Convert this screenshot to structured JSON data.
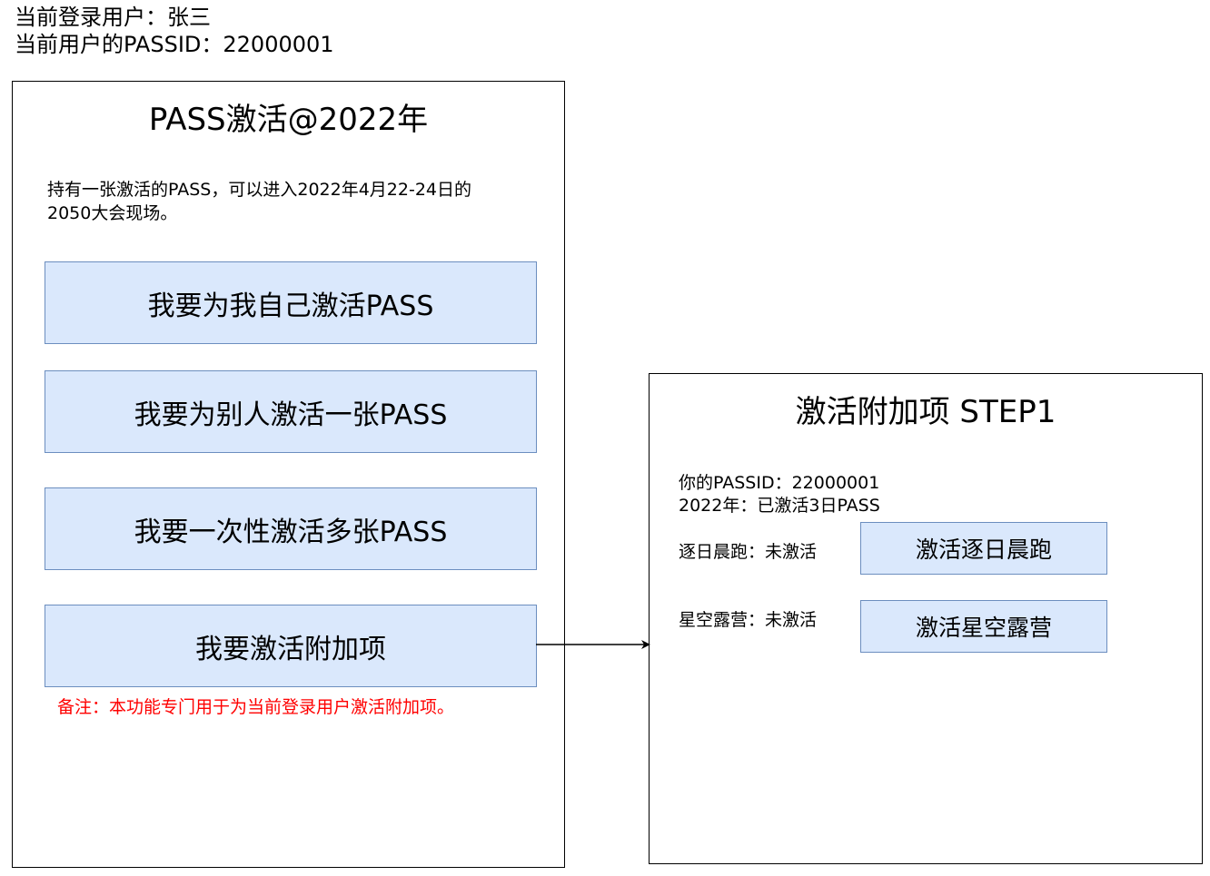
{
  "header": {
    "current_user": "当前登录用户：张三",
    "current_passid": "当前用户的PASSID：22000001"
  },
  "left_panel": {
    "title": "PASS激活@2022年",
    "description_line1": "持有一张激活的PASS，可以进入2022年4月22-24日的",
    "description_line2": "2050大会现场。",
    "buttons": [
      {
        "label": "我要为我自己激活PASS"
      },
      {
        "label": "我要为别人激活一张PASS"
      },
      {
        "label": "我要一次性激活多张PASS"
      },
      {
        "label": "我要激活附加项"
      }
    ],
    "note": "备注：本功能专门用于为当前登录用户激活附加项。"
  },
  "right_panel": {
    "title": "激活附加项 STEP1",
    "passid_line": "你的PASSID：22000001",
    "activated_line": "2022年：已激活3日PASS",
    "addons": [
      {
        "status": "逐日晨跑：未激活",
        "button": "激活逐日晨跑"
      },
      {
        "status": "星空露营：未激活",
        "button": "激活星空露营"
      }
    ]
  },
  "colors": {
    "button_fill": "#dae8fc",
    "button_border": "#6c8ebf",
    "note_text": "#ff0000",
    "frame_border": "#000000"
  }
}
